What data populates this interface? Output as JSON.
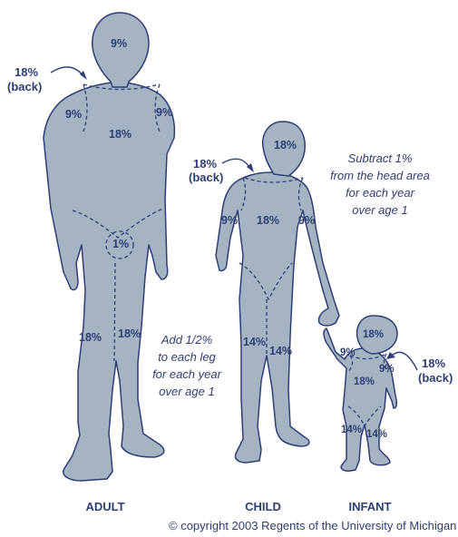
{
  "adult": {
    "caption": "ADULT",
    "head": "9%",
    "back_line1": "18%",
    "back_line2": "(back)",
    "left_arm": "9%",
    "right_arm": "9%",
    "torso": "18%",
    "genital": "1%",
    "left_leg": "18%",
    "right_leg": "18%"
  },
  "child": {
    "caption": "CHILD",
    "head": "18%",
    "back_line1": "18%",
    "back_line2": "(back)",
    "left_arm": "9%",
    "right_arm": "9%",
    "torso": "18%",
    "left_leg": "14%",
    "right_leg": "14%"
  },
  "infant": {
    "caption": "INFANT",
    "head": "18%",
    "back_line1": "18%",
    "back_line2": "(back)",
    "left_arm": "9%",
    "right_arm": "9%",
    "torso": "18%",
    "left_leg": "14%",
    "right_leg": "14%"
  },
  "notes": {
    "leg_note": [
      "Add 1/2%",
      "to each leg",
      "for each year",
      "over age 1"
    ],
    "head_note": [
      "Subtract 1%",
      "from the head area",
      "for each year",
      "over age 1"
    ]
  },
  "copyright": "© copyright 2003 Regents of the University of Michigan",
  "colors": {
    "body": "#a6b3c3",
    "ink": "#2d3e74"
  }
}
